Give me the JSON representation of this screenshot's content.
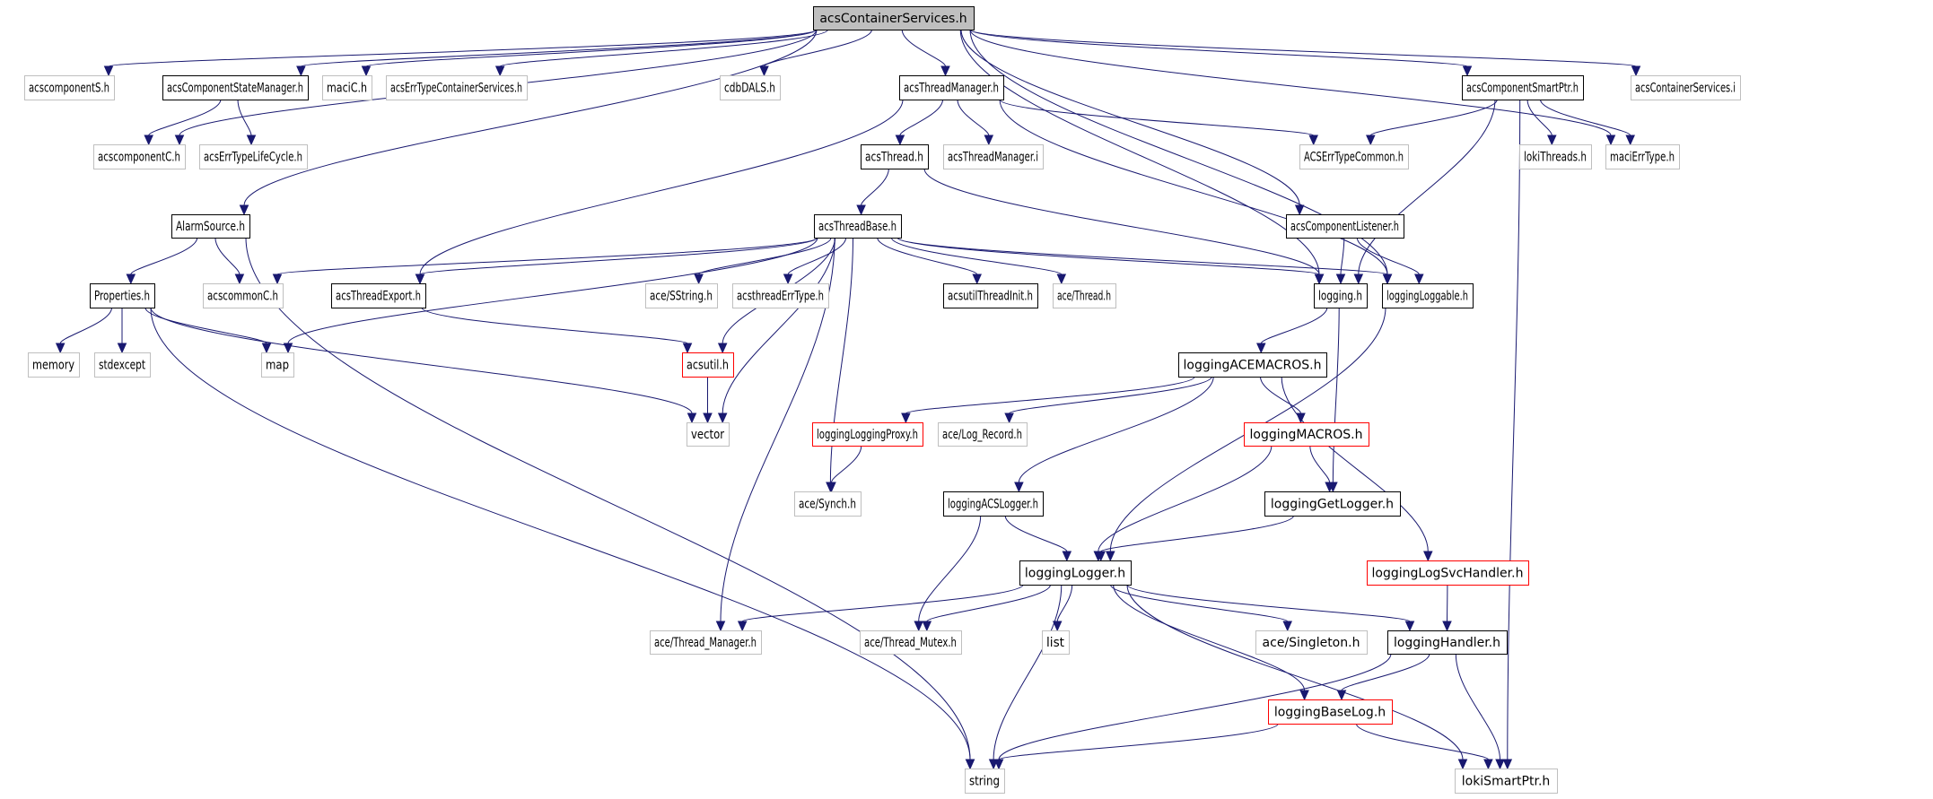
{
  "title": "acsContainerServices.h include dependency graph",
  "colors": {
    "edge": "#191970",
    "root_fill": "#bfbfbf",
    "documented_border": "#000000",
    "undocumented_border": "#bfbfbf",
    "truncated_border": "#ff0000",
    "text": "#000000"
  },
  "nodes": [
    {
      "id": "acsContainerServices.h",
      "label": "acsContainerServices.h",
      "kind": "root"
    },
    {
      "id": "acscomponentS.h",
      "label": "acscomponentS.h",
      "kind": "external"
    },
    {
      "id": "acsComponentStateManager.h",
      "label": "acsComponentStateManager.h",
      "kind": "documented"
    },
    {
      "id": "maciC.h",
      "label": "maciC.h",
      "kind": "external"
    },
    {
      "id": "acsErrTypeContainerServices.h",
      "label": "acsErrTypeContainerServices.h",
      "kind": "external"
    },
    {
      "id": "cdbDALS.h",
      "label": "cdbDALS.h",
      "kind": "external"
    },
    {
      "id": "acsThreadManager.h",
      "label": "acsThreadManager.h",
      "kind": "documented"
    },
    {
      "id": "acsComponentSmartPtr.h",
      "label": "acsComponentSmartPtr.h",
      "kind": "documented"
    },
    {
      "id": "acsContainerServices.i",
      "label": "acsContainerServices.i",
      "kind": "external"
    },
    {
      "id": "acscomponentC.h",
      "label": "acscomponentC.h",
      "kind": "external"
    },
    {
      "id": "acsErrTypeLifeCycle.h",
      "label": "acsErrTypeLifeCycle.h",
      "kind": "external"
    },
    {
      "id": "acsThread.h",
      "label": "acsThread.h",
      "kind": "documented"
    },
    {
      "id": "acsThreadManager.i",
      "label": "acsThreadManager.i",
      "kind": "external"
    },
    {
      "id": "ACSErrTypeCommon.h",
      "label": "ACSErrTypeCommon.h",
      "kind": "external"
    },
    {
      "id": "lokiThreads.h",
      "label": "lokiThreads.h",
      "kind": "external"
    },
    {
      "id": "maciErrType.h",
      "label": "maciErrType.h",
      "kind": "external"
    },
    {
      "id": "AlarmSource.h",
      "label": "AlarmSource.h",
      "kind": "documented"
    },
    {
      "id": "acsThreadBase.h",
      "label": "acsThreadBase.h",
      "kind": "documented"
    },
    {
      "id": "acsComponentListener.h",
      "label": "acsComponentListener.h",
      "kind": "documented"
    },
    {
      "id": "Properties.h",
      "label": "Properties.h",
      "kind": "documented"
    },
    {
      "id": "acscommonC.h",
      "label": "acscommonC.h",
      "kind": "external"
    },
    {
      "id": "acsThreadExport.h",
      "label": "acsThreadExport.h",
      "kind": "documented"
    },
    {
      "id": "ace/SString.h",
      "label": "ace/SString.h",
      "kind": "external"
    },
    {
      "id": "acsthreadErrType.h",
      "label": "acsthreadErrType.h",
      "kind": "external"
    },
    {
      "id": "acsutilThreadInit.h",
      "label": "acsutilThreadInit.h",
      "kind": "documented"
    },
    {
      "id": "ace/Thread.h",
      "label": "ace/Thread.h",
      "kind": "external"
    },
    {
      "id": "logging.h",
      "label": "logging.h",
      "kind": "documented"
    },
    {
      "id": "loggingLoggable.h",
      "label": "loggingLoggable.h",
      "kind": "documented"
    },
    {
      "id": "memory",
      "label": "memory",
      "kind": "external"
    },
    {
      "id": "stdexcept",
      "label": "stdexcept",
      "kind": "external"
    },
    {
      "id": "map",
      "label": "map",
      "kind": "external"
    },
    {
      "id": "acsutil.h",
      "label": "acsutil.h",
      "kind": "truncated"
    },
    {
      "id": "loggingACEMACROS.h",
      "label": "loggingACEMACROS.h",
      "kind": "documented"
    },
    {
      "id": "vector",
      "label": "vector",
      "kind": "external"
    },
    {
      "id": "loggingLoggingProxy.h",
      "label": "loggingLoggingProxy.h",
      "kind": "truncated"
    },
    {
      "id": "ace/Log_Record.h",
      "label": "ace/Log_Record.h",
      "kind": "external"
    },
    {
      "id": "loggingMACROS.h",
      "label": "loggingMACROS.h",
      "kind": "truncated"
    },
    {
      "id": "ace/Synch.h",
      "label": "ace/Synch.h",
      "kind": "external"
    },
    {
      "id": "loggingACSLogger.h",
      "label": "loggingACSLogger.h",
      "kind": "documented"
    },
    {
      "id": "loggingGetLogger.h",
      "label": "loggingGetLogger.h",
      "kind": "documented"
    },
    {
      "id": "loggingLogger.h",
      "label": "loggingLogger.h",
      "kind": "documented"
    },
    {
      "id": "loggingLogSvcHandler.h",
      "label": "loggingLogSvcHandler.h",
      "kind": "truncated"
    },
    {
      "id": "ace/Thread_Manager.h",
      "label": "ace/Thread_Manager.h",
      "kind": "external"
    },
    {
      "id": "ace/Thread_Mutex.h",
      "label": "ace/Thread_Mutex.h",
      "kind": "external"
    },
    {
      "id": "list",
      "label": "list",
      "kind": "external"
    },
    {
      "id": "ace/Singleton.h",
      "label": "ace/Singleton.h",
      "kind": "external"
    },
    {
      "id": "loggingHandler.h",
      "label": "loggingHandler.h",
      "kind": "documented"
    },
    {
      "id": "loggingBaseLog.h",
      "label": "loggingBaseLog.h",
      "kind": "truncated"
    },
    {
      "id": "string",
      "label": "string",
      "kind": "external"
    },
    {
      "id": "lokiSmartPtr.h",
      "label": "lokiSmartPtr.h",
      "kind": "external"
    }
  ],
  "edges": [
    [
      "acsContainerServices.h",
      "acscomponentS.h"
    ],
    [
      "acsContainerServices.h",
      "acsComponentStateManager.h"
    ],
    [
      "acsContainerServices.h",
      "maciC.h"
    ],
    [
      "acsContainerServices.h",
      "acsErrTypeContainerServices.h"
    ],
    [
      "acsContainerServices.h",
      "cdbDALS.h"
    ],
    [
      "acsContainerServices.h",
      "acsThreadManager.h"
    ],
    [
      "acsContainerServices.h",
      "acsComponentSmartPtr.h"
    ],
    [
      "acsContainerServices.h",
      "acsContainerServices.i"
    ],
    [
      "acsContainerServices.h",
      "acscomponentC.h"
    ],
    [
      "acsContainerServices.h",
      "maciErrType.h"
    ],
    [
      "acsContainerServices.h",
      "AlarmSource.h"
    ],
    [
      "acsContainerServices.h",
      "acsComponentListener.h"
    ],
    [
      "acsContainerServices.h",
      "logging.h"
    ],
    [
      "acsContainerServices.h",
      "loggingLoggable.h"
    ],
    [
      "acsComponentStateManager.h",
      "acscomponentC.h"
    ],
    [
      "acsComponentStateManager.h",
      "acsErrTypeLifeCycle.h"
    ],
    [
      "acsThreadManager.h",
      "acsThread.h"
    ],
    [
      "acsThreadManager.h",
      "acsThreadManager.i"
    ],
    [
      "acsThreadManager.h",
      "ACSErrTypeCommon.h"
    ],
    [
      "acsThreadManager.h",
      "acsThreadExport.h"
    ],
    [
      "acsThreadManager.h",
      "loggingLoggable.h"
    ],
    [
      "acsComponentSmartPtr.h",
      "ACSErrTypeCommon.h"
    ],
    [
      "acsComponentSmartPtr.h",
      "lokiThreads.h"
    ],
    [
      "acsComponentSmartPtr.h",
      "maciErrType.h"
    ],
    [
      "acsComponentSmartPtr.h",
      "logging.h"
    ],
    [
      "acsComponentSmartPtr.h",
      "lokiSmartPtr.h"
    ],
    [
      "acsThread.h",
      "acsThreadBase.h"
    ],
    [
      "acsThread.h",
      "logging.h"
    ],
    [
      "AlarmSource.h",
      "Properties.h"
    ],
    [
      "AlarmSource.h",
      "acscommonC.h"
    ],
    [
      "AlarmSource.h",
      "string"
    ],
    [
      "acsThreadBase.h",
      "acscommonC.h"
    ],
    [
      "acsThreadBase.h",
      "acsThreadExport.h"
    ],
    [
      "acsThreadBase.h",
      "ace/SString.h"
    ],
    [
      "acsThreadBase.h",
      "acsthreadErrType.h"
    ],
    [
      "acsThreadBase.h",
      "acsutilThreadInit.h"
    ],
    [
      "acsThreadBase.h",
      "ace/Thread.h"
    ],
    [
      "acsThreadBase.h",
      "logging.h"
    ],
    [
      "acsThreadBase.h",
      "loggingLoggable.h"
    ],
    [
      "acsThreadBase.h",
      "map"
    ],
    [
      "acsThreadBase.h",
      "acsutil.h"
    ],
    [
      "acsThreadBase.h",
      "vector"
    ],
    [
      "acsThreadBase.h",
      "ace/Synch.h"
    ],
    [
      "acsThreadBase.h",
      "ace/Thread_Manager.h"
    ],
    [
      "acsComponentListener.h",
      "logging.h"
    ],
    [
      "acsComponentListener.h",
      "loggingLoggable.h"
    ],
    [
      "Properties.h",
      "memory"
    ],
    [
      "Properties.h",
      "stdexcept"
    ],
    [
      "Properties.h",
      "map"
    ],
    [
      "Properties.h",
      "vector"
    ],
    [
      "Properties.h",
      "string"
    ],
    [
      "acsThreadExport.h",
      "acsutil.h"
    ],
    [
      "acsutil.h",
      "vector"
    ],
    [
      "logging.h",
      "loggingACEMACROS.h"
    ],
    [
      "logging.h",
      "loggingGetLogger.h"
    ],
    [
      "loggingLoggable.h",
      "loggingLogger.h"
    ],
    [
      "loggingACEMACROS.h",
      "loggingLoggingProxy.h"
    ],
    [
      "loggingACEMACROS.h",
      "ace/Log_Record.h"
    ],
    [
      "loggingACEMACROS.h",
      "loggingMACROS.h"
    ],
    [
      "loggingACEMACROS.h",
      "loggingACSLogger.h"
    ],
    [
      "loggingACEMACROS.h",
      "loggingLogSvcHandler.h"
    ],
    [
      "loggingLoggingProxy.h",
      "ace/Synch.h"
    ],
    [
      "loggingMACROS.h",
      "loggingGetLogger.h"
    ],
    [
      "loggingMACROS.h",
      "loggingLogger.h"
    ],
    [
      "loggingACSLogger.h",
      "loggingLogger.h"
    ],
    [
      "loggingACSLogger.h",
      "ace/Thread_Mutex.h"
    ],
    [
      "loggingGetLogger.h",
      "loggingLogger.h"
    ],
    [
      "loggingLogSvcHandler.h",
      "loggingHandler.h"
    ],
    [
      "loggingLogger.h",
      "ace/Thread_Manager.h"
    ],
    [
      "loggingLogger.h",
      "ace/Thread_Mutex.h"
    ],
    [
      "loggingLogger.h",
      "list"
    ],
    [
      "loggingLogger.h",
      "ace/Singleton.h"
    ],
    [
      "loggingLogger.h",
      "loggingHandler.h"
    ],
    [
      "loggingLogger.h",
      "loggingBaseLog.h"
    ],
    [
      "loggingLogger.h",
      "string"
    ],
    [
      "loggingLogger.h",
      "lokiSmartPtr.h"
    ],
    [
      "loggingHandler.h",
      "loggingBaseLog.h"
    ],
    [
      "loggingHandler.h",
      "string"
    ],
    [
      "loggingHandler.h",
      "lokiSmartPtr.h"
    ],
    [
      "loggingBaseLog.h",
      "string"
    ],
    [
      "loggingBaseLog.h",
      "lokiSmartPtr.h"
    ]
  ]
}
